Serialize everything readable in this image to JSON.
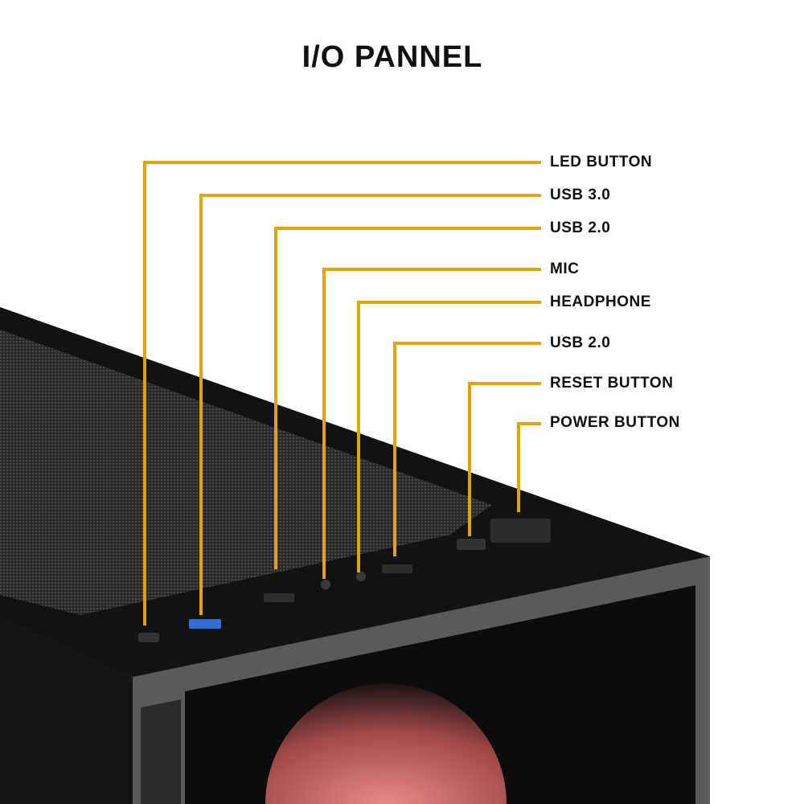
{
  "title": "I/O PANNEL",
  "accent_color": "#e0a500",
  "callouts": [
    {
      "label": "LED BUTTON"
    },
    {
      "label": "USB 3.0"
    },
    {
      "label": "USB 2.0"
    },
    {
      "label": "MIC"
    },
    {
      "label": "HEADPHONE"
    },
    {
      "label": "USB 2.0"
    },
    {
      "label": "RESET BUTTON"
    },
    {
      "label": "POWER BUTTON"
    }
  ]
}
